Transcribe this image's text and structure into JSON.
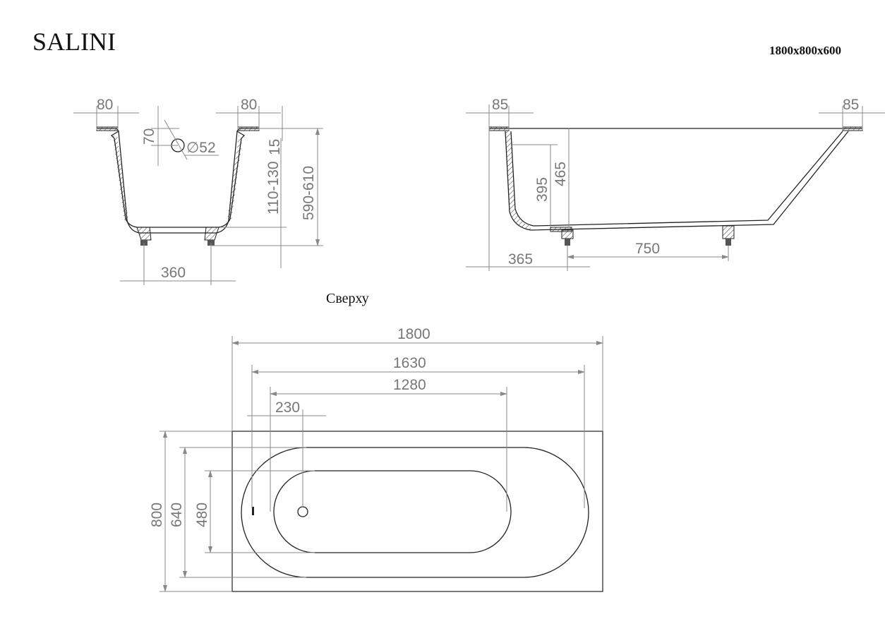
{
  "header": {
    "brand": "SALINI",
    "size": "1800x800x600"
  },
  "top_view_label": "Сверху",
  "dimensions": {
    "end_left_rim": "80",
    "end_right_rim": "80",
    "drain_offset": "70",
    "drain_diameter": "∅52",
    "rim_thickness": "15",
    "leg_height_range": "110-130",
    "total_height_range": "590-610",
    "leg_spacing_end": "360",
    "side_left_rim": "85",
    "side_right_rim": "85",
    "inner_depth": "395",
    "outer_depth": "465",
    "leg_offset": "365",
    "leg_spacing_side": "750",
    "length_total": "1800",
    "length_inner": "1630",
    "length_bottom": "1280",
    "drain_from_wall": "230",
    "width_total": "800",
    "width_inner": "640",
    "width_bottom": "480"
  }
}
